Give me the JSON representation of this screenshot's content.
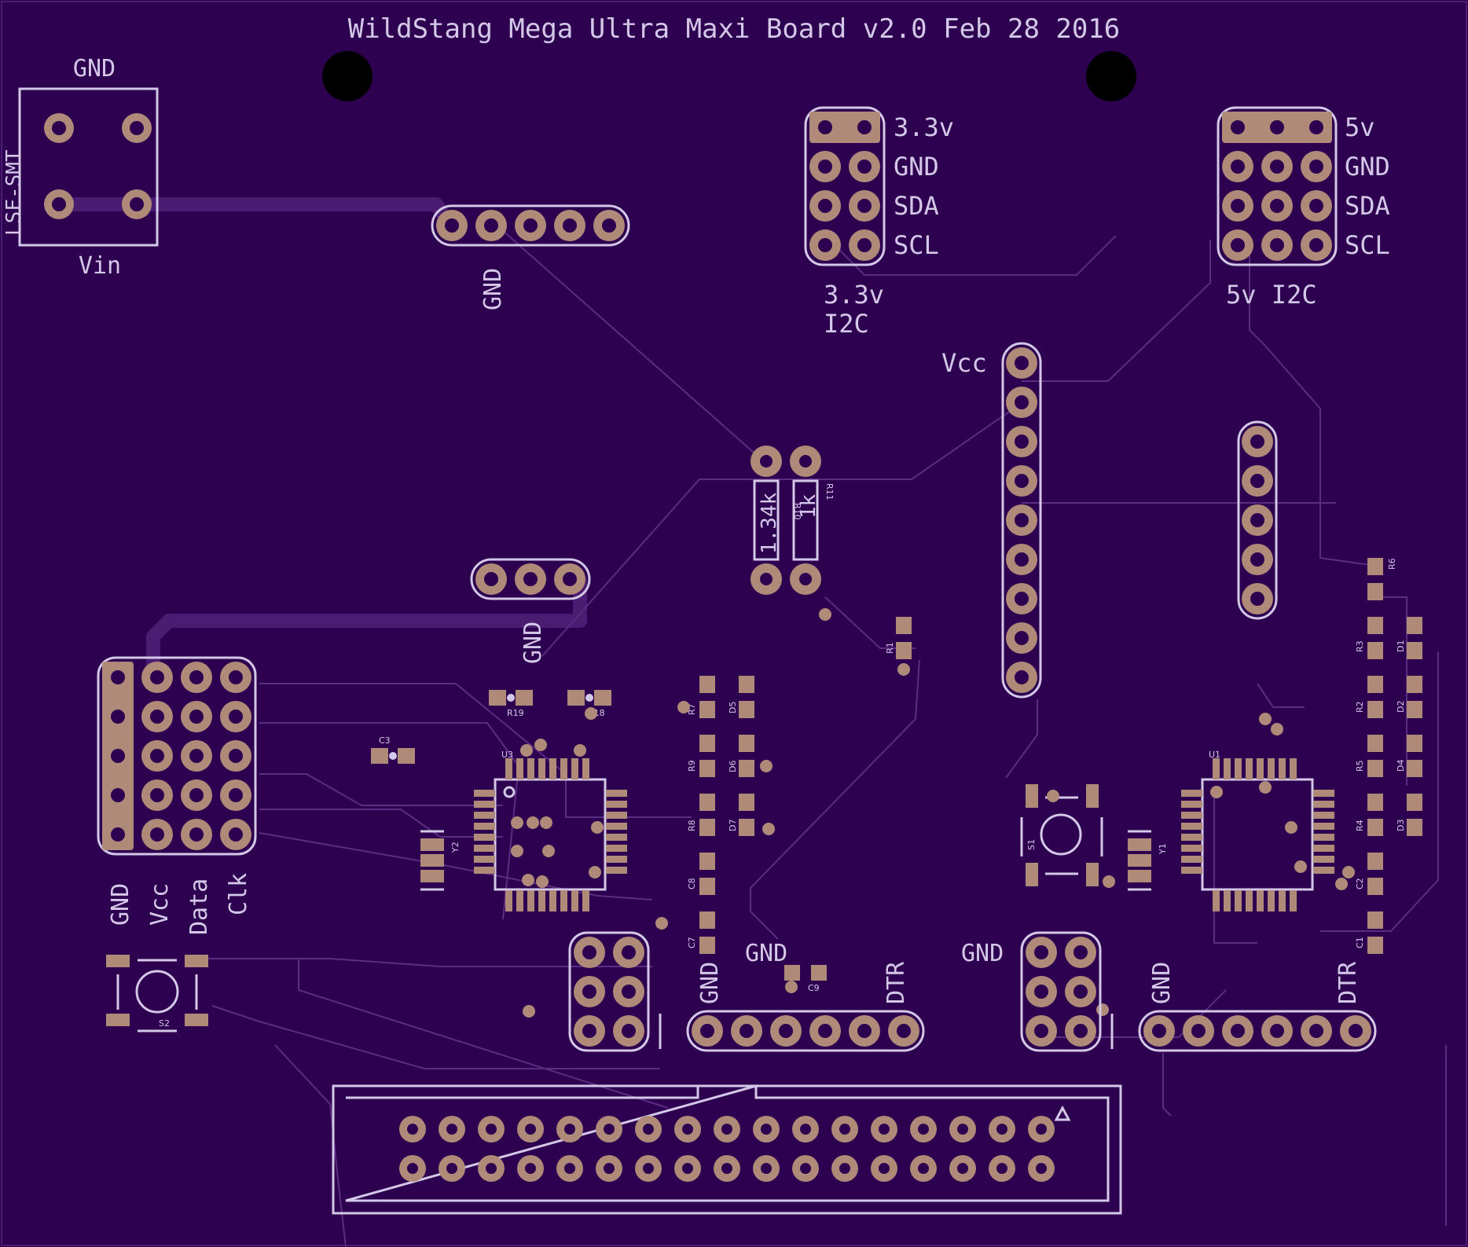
{
  "board": {
    "title": "WildStang Mega Ultra Maxi Board v2.0 Feb 28 2016",
    "colors": {
      "substrate": "#2d0050",
      "silkscreen": "#d4c8e8",
      "pad": "#b08a78",
      "trace": "#5a2d82"
    }
  },
  "labels": {
    "power_gnd": "GND",
    "power_vin": "Vin",
    "power_part": "LSF-SMT",
    "top_gnd": "GND",
    "i2c33_rows": [
      "3.3v",
      "GND",
      "SDA",
      "SCL"
    ],
    "i2c33_title": [
      "3.3v",
      "I2C"
    ],
    "i2c5_rows": [
      "5v",
      "GND",
      "SDA",
      "SCL"
    ],
    "i2c5_title": "5v I2C",
    "vcc": "Vcc",
    "mid_gnd": "GND",
    "r_vals": [
      "1.34k",
      "1k"
    ],
    "r_refs": [
      "R10",
      "R11"
    ],
    "encoder_cols": [
      "GND",
      "Vcc",
      "Data",
      "Clk"
    ],
    "left_ser_gnd": "GND",
    "left_ser_gnd2": "GND",
    "left_ser_dtr": "DTR",
    "right_gnd": "GND",
    "right_ser_gnd": "GND",
    "right_ser_dtr": "DTR",
    "refs": {
      "c3": "C3",
      "y2": "Y2",
      "u3": "U3",
      "r19": "R19",
      "r18": "R18",
      "r7": "R7",
      "d5": "D5",
      "r9": "R9",
      "d6": "D6",
      "r8": "R8",
      "d7": "D7",
      "c8": "C8",
      "c7": "C7",
      "c9": "C9",
      "r1": "R1",
      "s2": "S2",
      "s1": "S1",
      "y1": "Y1",
      "u1": "U1",
      "r6": "R6",
      "r3": "R3",
      "d1": "D1",
      "r2": "R2",
      "d2": "D2",
      "r5": "R5",
      "d4": "D4",
      "r4": "R4",
      "d3": "D3",
      "c2": "C2",
      "c1": "C1"
    }
  }
}
